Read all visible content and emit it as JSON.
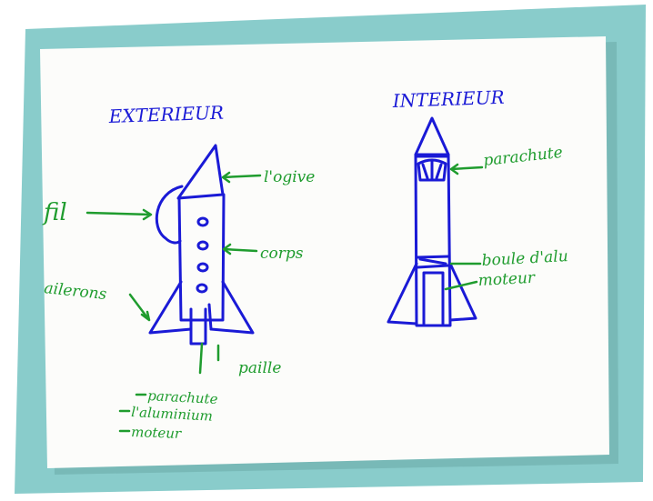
{
  "colors": {
    "frame": "#89cccb",
    "paper": "#fcfcfa",
    "ink_blue": "#1a1ad6",
    "ink_green": "#1f9c2e"
  },
  "exterior": {
    "title": "EXTERIEUR",
    "labels": {
      "nose": "l'ogive",
      "string": "fil",
      "body": "corps",
      "fins": "ailerons",
      "straw": "paille"
    },
    "parts_list": [
      "parachute",
      "l'aluminium",
      "moteur"
    ]
  },
  "interior": {
    "title": "INTERIEUR",
    "labels": {
      "parachute": "parachute",
      "foil_ball": "boule d'alu",
      "motor": "moteur"
    }
  }
}
